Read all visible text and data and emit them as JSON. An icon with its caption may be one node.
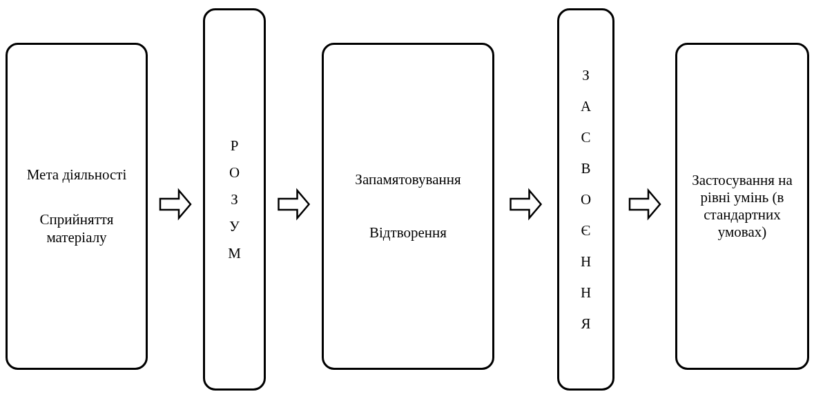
{
  "diagram": {
    "nodes": [
      {
        "text": [
          "Мета діяльності",
          "Сприйняття матеріалу"
        ]
      },
      {
        "text": [
          "РОЗУМ"
        ]
      },
      {
        "text": [
          "Запамятовування",
          "Відтворення"
        ]
      },
      {
        "text": [
          "ЗАСВОЄННЯ"
        ]
      },
      {
        "text": [
          "Застосування на рівні умінь (в стандартних умовах)"
        ]
      }
    ],
    "edges": [
      {
        "from": 0,
        "to": 1,
        "arrow": "to"
      },
      {
        "from": 1,
        "to": 2,
        "arrow": "to"
      },
      {
        "from": 2,
        "to": 3,
        "arrow": "to"
      },
      {
        "from": 3,
        "to": 4,
        "arrow": "to"
      }
    ]
  }
}
